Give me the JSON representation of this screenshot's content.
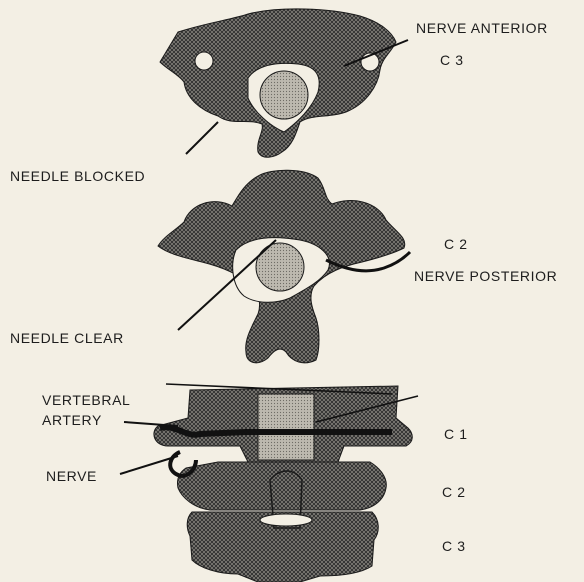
{
  "figure": {
    "labels": {
      "nerve_anterior": "NERVE ANTERIOR",
      "c3_top": "C 3",
      "needle_blocked": "NEEDLE BLOCKED",
      "c2_mid": "C 2",
      "nerve_posterior": "NERVE POSTERIOR",
      "needle_clear": "NEEDLE CLEAR",
      "vertebral_artery_line1": "VERTEBRAL",
      "vertebral_artery_line2": "ARTERY",
      "c1": "C 1",
      "nerve": "NERVE",
      "c2_bottom": "C 2",
      "c3_bottom": "C 3"
    },
    "colors": {
      "background": "#f3efe4",
      "bone": "#3a3a3a",
      "canal": "#f3efe4",
      "spinal_cord": "#c9c5bb",
      "line": "#111111"
    }
  }
}
